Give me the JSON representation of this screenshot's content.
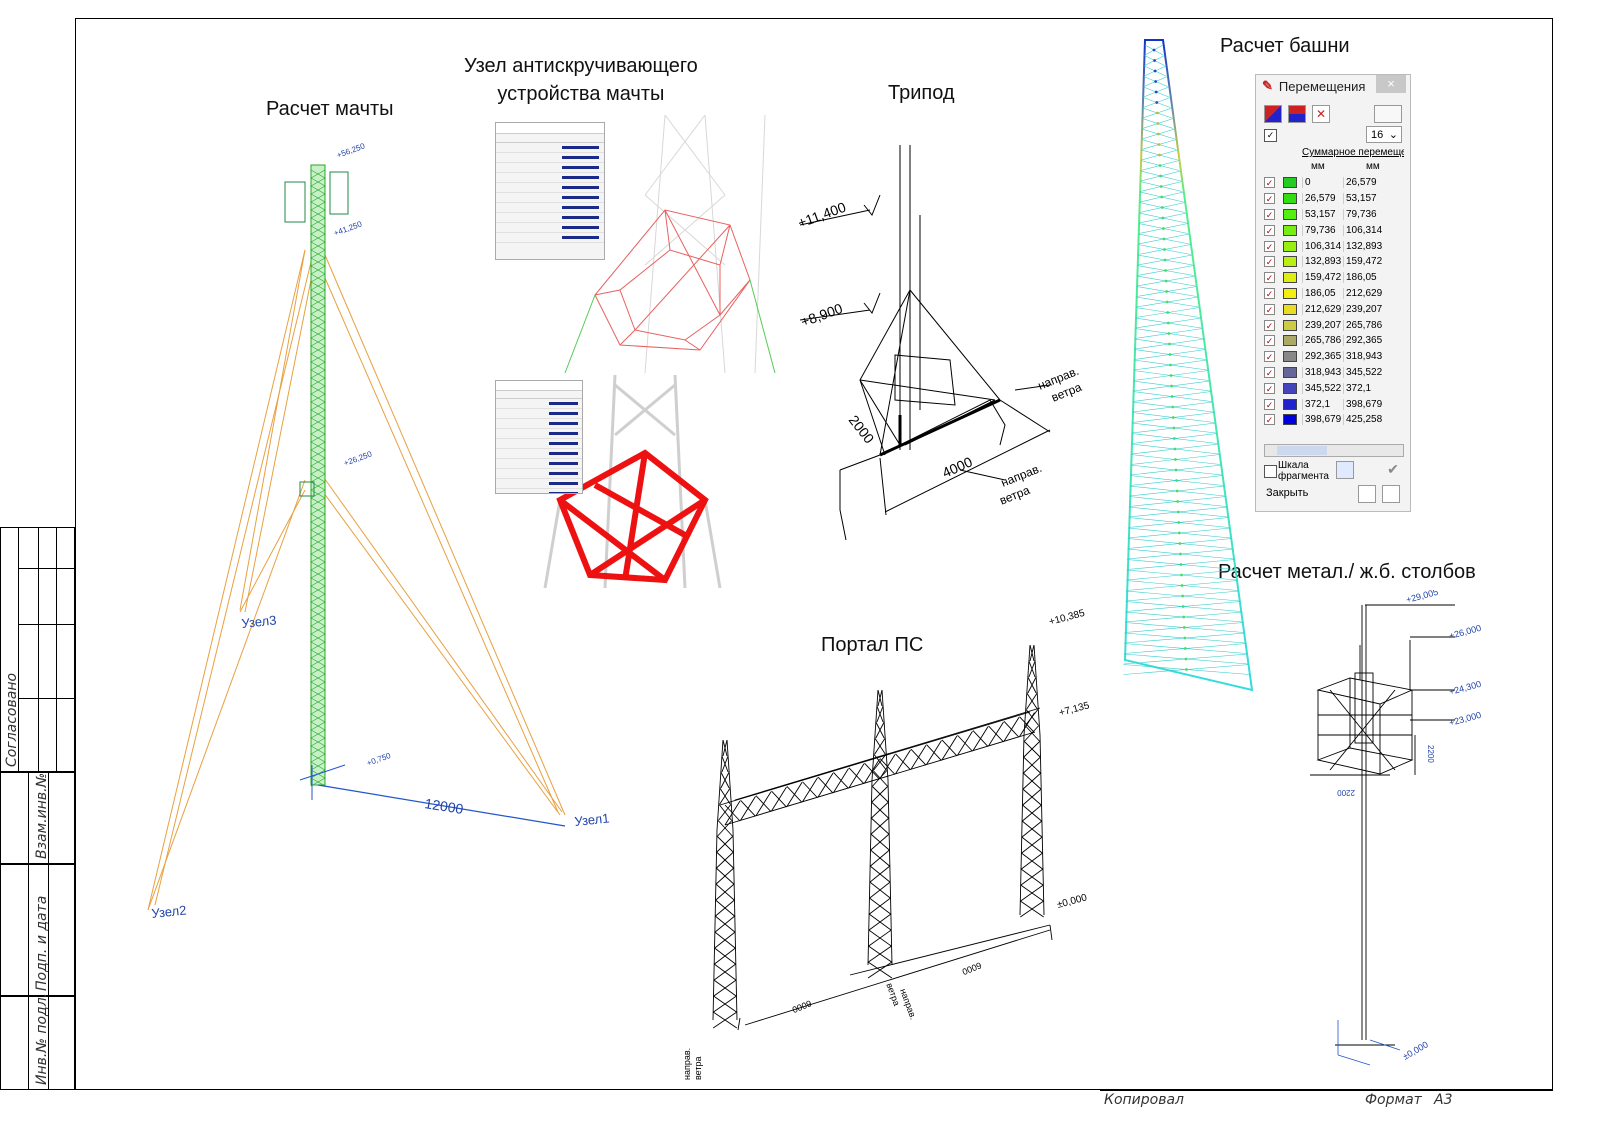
{
  "titles": {
    "mast": "Расчет мачты",
    "node": "Узел антискручивающего\nустройства мачты",
    "tripod": "Трипод",
    "tower": "Расчет башни",
    "portal": "Портал ПС",
    "poles": "Расчет метал./ ж.б. столбов"
  },
  "side_stamp": {
    "agreed": "Согласовано",
    "inv_repl": "Взам.инв.№",
    "sign_date": "Подп. и дата",
    "inv_orig": "Инв.№ подл."
  },
  "bottom": {
    "copied": "Копировал",
    "format": "Формат",
    "format_value": "А3"
  },
  "mast_drawing": {
    "node1": "Узел1",
    "node2": "Узел2",
    "node3": "Узел3",
    "dimension": "12000",
    "elev_top": "+56,250",
    "elev_upper": "+41,250",
    "elev_mid": "+26,250",
    "elev_base": "+0,750"
  },
  "tripod_drawing": {
    "elev_top": "+11,400",
    "elev_mid": "+8,900",
    "dim_side": "2000",
    "dim_base": "4000",
    "wind_top": "направ.\nветра",
    "wind_bottom": "направ.\nветра"
  },
  "portal_drawing": {
    "elev_top": "+10,385",
    "elev_beam": "+7,135",
    "elev_zero": "±0,000",
    "dim_left": "6000",
    "dim_right": "6000",
    "wind_mid": "направ.\nветра",
    "wind_low": "направ.\nветра"
  },
  "poles_drawing": {
    "elev1": "+29,005",
    "elev2": "+26,000",
    "elev3": "+24,300",
    "elev4": "+23,000",
    "dim_w": "2200",
    "dim_h": "2200",
    "elev_base": "±0,000"
  },
  "displacement_panel": {
    "title": "Перемещения",
    "close": "×",
    "count_value": "16",
    "header": "Суммарное перемеще",
    "unit_from": "мм",
    "unit_to": "мм",
    "rows": [
      {
        "from": "0",
        "to": "26,579",
        "color": "#22cc22"
      },
      {
        "from": "26,579",
        "to": "53,157",
        "color": "#33dd11"
      },
      {
        "from": "53,157",
        "to": "79,736",
        "color": "#55ee11"
      },
      {
        "from": "79,736",
        "to": "106,314",
        "color": "#77ee11"
      },
      {
        "from": "106,314",
        "to": "132,893",
        "color": "#99ee11"
      },
      {
        "from": "132,893",
        "to": "159,472",
        "color": "#bbee11"
      },
      {
        "from": "159,472",
        "to": "186,05",
        "color": "#ddee11"
      },
      {
        "from": "186,05",
        "to": "212,629",
        "color": "#f2ee11"
      },
      {
        "from": "212,629",
        "to": "239,207",
        "color": "#e8dd22"
      },
      {
        "from": "239,207",
        "to": "265,786",
        "color": "#cccc44"
      },
      {
        "from": "265,786",
        "to": "292,365",
        "color": "#aaaa66"
      },
      {
        "from": "292,365",
        "to": "318,943",
        "color": "#888888"
      },
      {
        "from": "318,943",
        "to": "345,522",
        "color": "#666699"
      },
      {
        "from": "345,522",
        "to": "372,1",
        "color": "#4444bb"
      },
      {
        "from": "372,1",
        "to": "398,679",
        "color": "#2222cc"
      },
      {
        "from": "398,679",
        "to": "425,258",
        "color": "#0000dd"
      }
    ],
    "scale_label": "Шкала\nфрагмента",
    "close_button": "Закрыть"
  }
}
